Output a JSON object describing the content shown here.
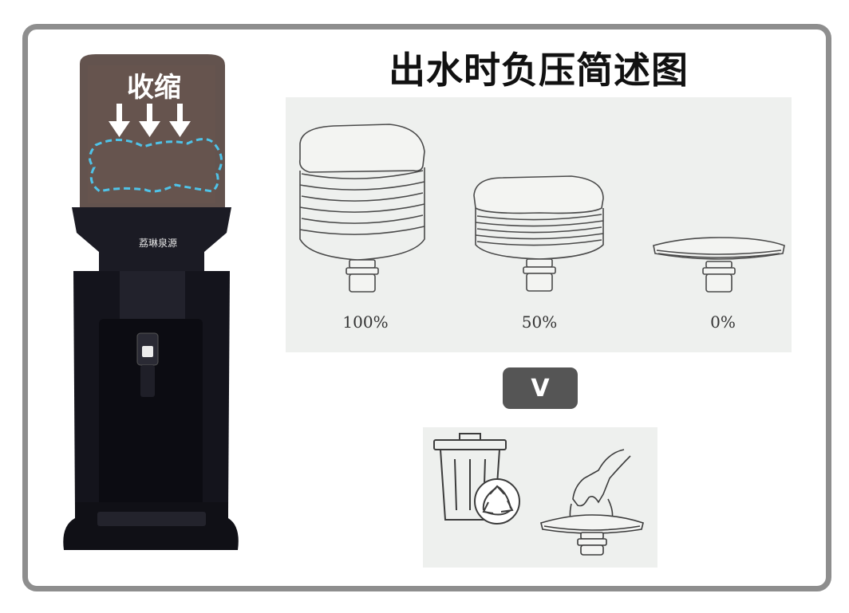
{
  "title": "出水时负压简述图",
  "dispenser": {
    "shrink_label": "收缩",
    "brand": "荔琳泉源"
  },
  "stages": [
    {
      "label": "100%"
    },
    {
      "label": "50%"
    },
    {
      "label": "0%"
    }
  ],
  "badge": {
    "label": "V"
  },
  "icons": [
    "trash-can-icon",
    "recycle-icon",
    "hand-lifting-bag-icon"
  ],
  "colors": {
    "frame": "#8e8e8e",
    "panel": "#eef0ee",
    "badge": "#555555",
    "dispenser_body": "#15151d",
    "dispenser_hood": "#5b4a44",
    "dashed_outline": "#4fc3e8"
  }
}
